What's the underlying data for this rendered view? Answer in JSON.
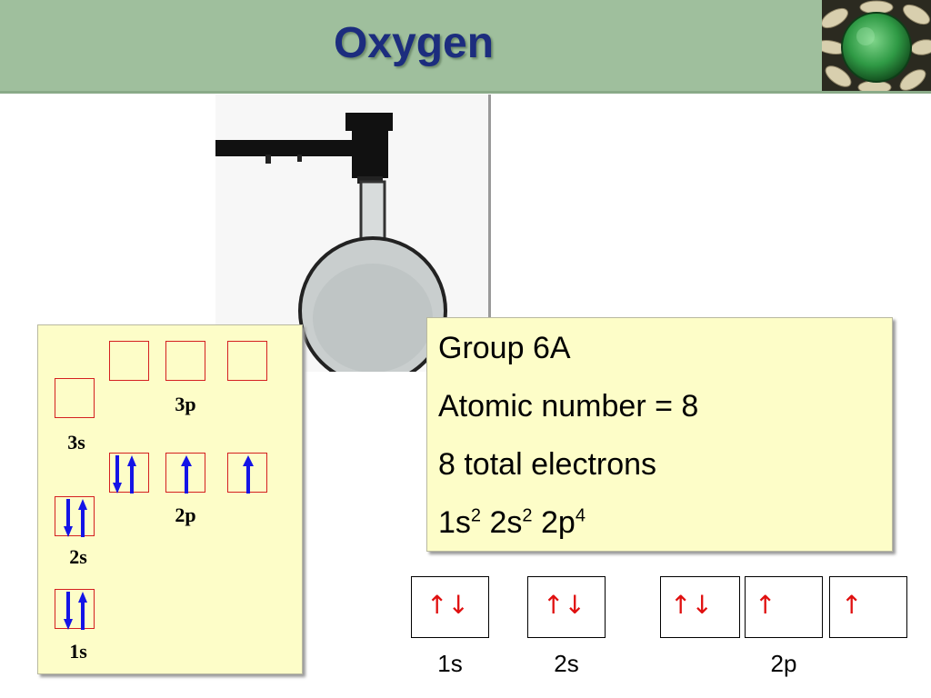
{
  "title": "Oxygen",
  "info": {
    "group": "Group 6A",
    "atomic_number": "Atomic number = 8",
    "total_electrons": "8 total electrons",
    "configuration": [
      {
        "orbital": "1s",
        "electrons": "2"
      },
      {
        "orbital": "2s",
        "electrons": "2"
      },
      {
        "orbital": "2p",
        "electrons": "4"
      }
    ]
  },
  "orbital_diagram": {
    "labels": {
      "s3": "3s",
      "p3": "3p",
      "p2": "2p",
      "s2": "2s",
      "s1": "1s"
    }
  },
  "electron_boxes": {
    "s1": "↑↓",
    "s2": "↑↓",
    "p2": [
      "↑↓",
      "↑",
      "↑"
    ],
    "labels": {
      "s1": "1s",
      "s2": "2s",
      "p2": "2p"
    }
  },
  "colors": {
    "header": "#9fbf9d",
    "title": "#1c2d7e",
    "panel": "#fdfdc8",
    "box_border": "#d42020",
    "electron_arrow_blue": "#1414e6",
    "electron_arrow_red": "#e01010"
  }
}
